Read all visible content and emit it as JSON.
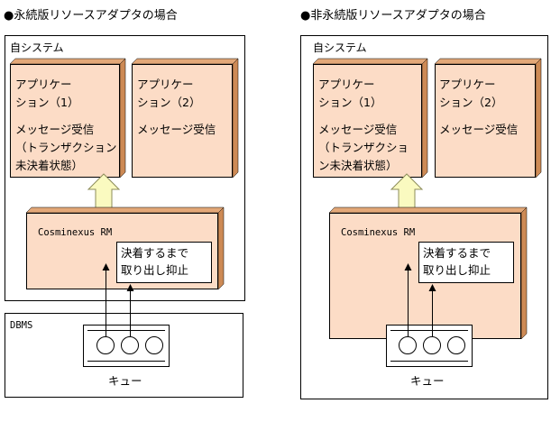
{
  "colors": {
    "box_fill": "#fcdcc6",
    "box_side": "#cd8a55",
    "box_side_dark": "#b87544",
    "arrow_fill": "#fafac0",
    "arrow_stroke": "#9a9a66",
    "border": "#000000"
  },
  "left": {
    "heading": "●永続版リソースアダプタの場合",
    "system_label": "自システム",
    "app1": {
      "line1": "アプリケー",
      "line2": "ション（1）",
      "line3": "メッセージ受信",
      "line4": "（トランザクション",
      "line5": "未決着状態）"
    },
    "app2": {
      "line1": "アプリケー",
      "line2": "ション（2）",
      "line3": "メッセージ受信"
    },
    "rm_label": "Cosminexus RM",
    "note_line1": "決着するまで",
    "note_line2": "取り出し抑止",
    "dbms_label": "DBMS",
    "queue_label": "キュー"
  },
  "right": {
    "heading": "●非永続版リソースアダプタの場合",
    "system_label": "自システム",
    "app1": {
      "line1": "アプリケー",
      "line2": "ション（1）",
      "line3": "メッセージ受信",
      "line4": "（トランザクショ",
      "line5": "ン未決着状態）"
    },
    "app2": {
      "line1": "アプリケー",
      "line2": "ション（2）",
      "line3": "メッセージ受信"
    },
    "rm_label": "Cosminexus RM",
    "note_line1": "決着するまで",
    "note_line2": "取り出し抑止",
    "queue_label": "キュー"
  }
}
